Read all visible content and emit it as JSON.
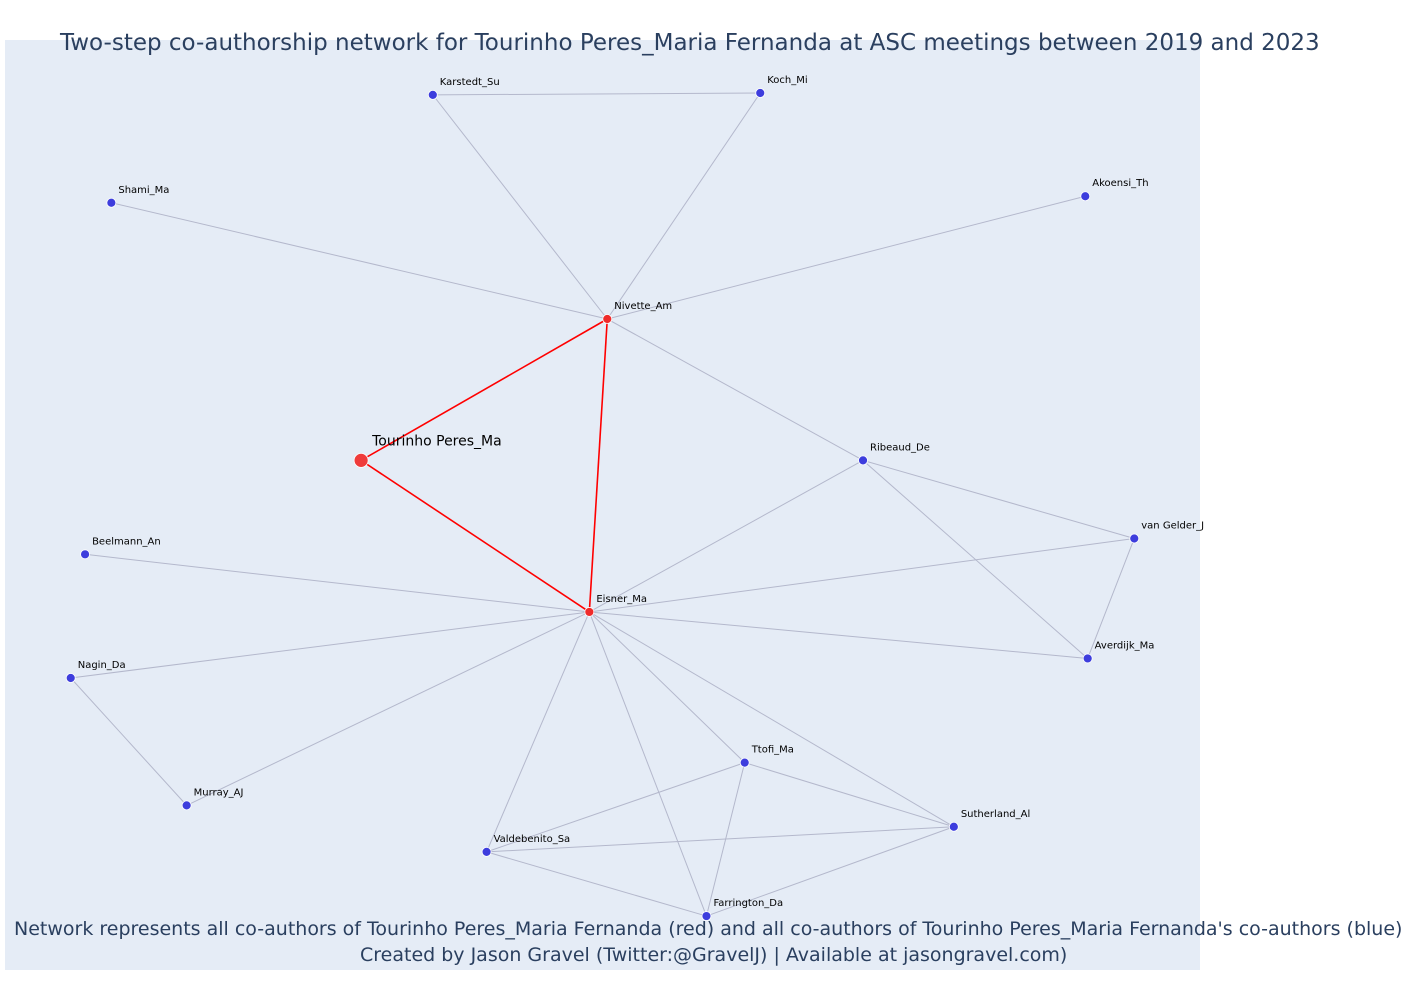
{
  "title": "Two-step co-authorship network for Tourinho Peres_Maria Fernanda at ASC meetings between 2019 and 2023",
  "caption": {
    "line1": "Network represents all co-authors of Tourinho Peres_Maria Fernanda (red) and all co-authors of Tourinho Peres_Maria Fernanda's co-authors (blue)",
    "line2": "Created by Jason Gravel (Twitter:@GravelJ) | Available at jasongravel.com)"
  },
  "colors": {
    "focal": "#ef3b3b",
    "first_step": "#ef2b2b",
    "second_step": "#3d3ddd",
    "red_edge": "#ff0000",
    "grey_edge": "#b4b8cc",
    "background": "#e5ecf6",
    "text": "#2a3f5f"
  },
  "chart_data": {
    "type": "network",
    "nodes": [
      {
        "id": "Tourinho Peres_Ma",
        "group": "focal",
        "x": 0.298,
        "y": 0.452
      },
      {
        "id": "Nivette_Am",
        "group": "co-author",
        "x": 0.504,
        "y": 0.3
      },
      {
        "id": "Eisner_Ma",
        "group": "co-author",
        "x": 0.489,
        "y": 0.615
      },
      {
        "id": "Karstedt_Su",
        "group": "second-step",
        "x": 0.358,
        "y": 0.059
      },
      {
        "id": "Koch_Mi",
        "group": "second-step",
        "x": 0.632,
        "y": 0.057
      },
      {
        "id": "Shami_Ma",
        "group": "second-step",
        "x": 0.089,
        "y": 0.175
      },
      {
        "id": "Akoensi_Th",
        "group": "second-step",
        "x": 0.904,
        "y": 0.168
      },
      {
        "id": "Ribeaud_De",
        "group": "second-step",
        "x": 0.718,
        "y": 0.452
      },
      {
        "id": "van Gelder_J",
        "group": "second-step",
        "x": 0.945,
        "y": 0.536
      },
      {
        "id": "Averdijk_Ma",
        "group": "second-step",
        "x": 0.906,
        "y": 0.665
      },
      {
        "id": "Beelmann_An",
        "group": "second-step",
        "x": 0.067,
        "y": 0.553
      },
      {
        "id": "Nagin_Da",
        "group": "second-step",
        "x": 0.055,
        "y": 0.686
      },
      {
        "id": "Murray_AJ",
        "group": "second-step",
        "x": 0.152,
        "y": 0.823
      },
      {
        "id": "Ttofi_Ma",
        "group": "second-step",
        "x": 0.619,
        "y": 0.777
      },
      {
        "id": "Sutherland_Al",
        "group": "second-step",
        "x": 0.794,
        "y": 0.846
      },
      {
        "id": "Valdebenito_Sa",
        "group": "second-step",
        "x": 0.403,
        "y": 0.873
      },
      {
        "id": "Farrington_Da",
        "group": "second-step",
        "x": 0.587,
        "y": 0.942
      }
    ],
    "edges": [
      {
        "source": "Tourinho Peres_Ma",
        "target": "Nivette_Am",
        "kind": "red"
      },
      {
        "source": "Tourinho Peres_Ma",
        "target": "Eisner_Ma",
        "kind": "red"
      },
      {
        "source": "Nivette_Am",
        "target": "Eisner_Ma",
        "kind": "red"
      },
      {
        "source": "Karstedt_Su",
        "target": "Koch_Mi",
        "kind": "grey"
      },
      {
        "source": "Karstedt_Su",
        "target": "Nivette_Am",
        "kind": "grey"
      },
      {
        "source": "Koch_Mi",
        "target": "Nivette_Am",
        "kind": "grey"
      },
      {
        "source": "Shami_Ma",
        "target": "Nivette_Am",
        "kind": "grey"
      },
      {
        "source": "Akoensi_Th",
        "target": "Nivette_Am",
        "kind": "grey"
      },
      {
        "source": "Nivette_Am",
        "target": "Ribeaud_De",
        "kind": "grey"
      },
      {
        "source": "Ribeaud_De",
        "target": "Eisner_Ma",
        "kind": "grey"
      },
      {
        "source": "Ribeaud_De",
        "target": "van Gelder_J",
        "kind": "grey"
      },
      {
        "source": "Ribeaud_De",
        "target": "Averdijk_Ma",
        "kind": "grey"
      },
      {
        "source": "van Gelder_J",
        "target": "Averdijk_Ma",
        "kind": "grey"
      },
      {
        "source": "Eisner_Ma",
        "target": "van Gelder_J",
        "kind": "grey"
      },
      {
        "source": "Eisner_Ma",
        "target": "Averdijk_Ma",
        "kind": "grey"
      },
      {
        "source": "Beelmann_An",
        "target": "Eisner_Ma",
        "kind": "grey"
      },
      {
        "source": "Nagin_Da",
        "target": "Eisner_Ma",
        "kind": "grey"
      },
      {
        "source": "Nagin_Da",
        "target": "Murray_AJ",
        "kind": "grey"
      },
      {
        "source": "Murray_AJ",
        "target": "Eisner_Ma",
        "kind": "grey"
      },
      {
        "source": "Eisner_Ma",
        "target": "Ttofi_Ma",
        "kind": "grey"
      },
      {
        "source": "Eisner_Ma",
        "target": "Sutherland_Al",
        "kind": "grey"
      },
      {
        "source": "Eisner_Ma",
        "target": "Valdebenito_Sa",
        "kind": "grey"
      },
      {
        "source": "Eisner_Ma",
        "target": "Farrington_Da",
        "kind": "grey"
      },
      {
        "source": "Ttofi_Ma",
        "target": "Sutherland_Al",
        "kind": "grey"
      },
      {
        "source": "Ttofi_Ma",
        "target": "Valdebenito_Sa",
        "kind": "grey"
      },
      {
        "source": "Ttofi_Ma",
        "target": "Farrington_Da",
        "kind": "grey"
      },
      {
        "source": "Valdebenito_Sa",
        "target": "Sutherland_Al",
        "kind": "grey"
      },
      {
        "source": "Valdebenito_Sa",
        "target": "Farrington_Da",
        "kind": "grey"
      },
      {
        "source": "Farrington_Da",
        "target": "Sutherland_Al",
        "kind": "grey"
      }
    ]
  }
}
